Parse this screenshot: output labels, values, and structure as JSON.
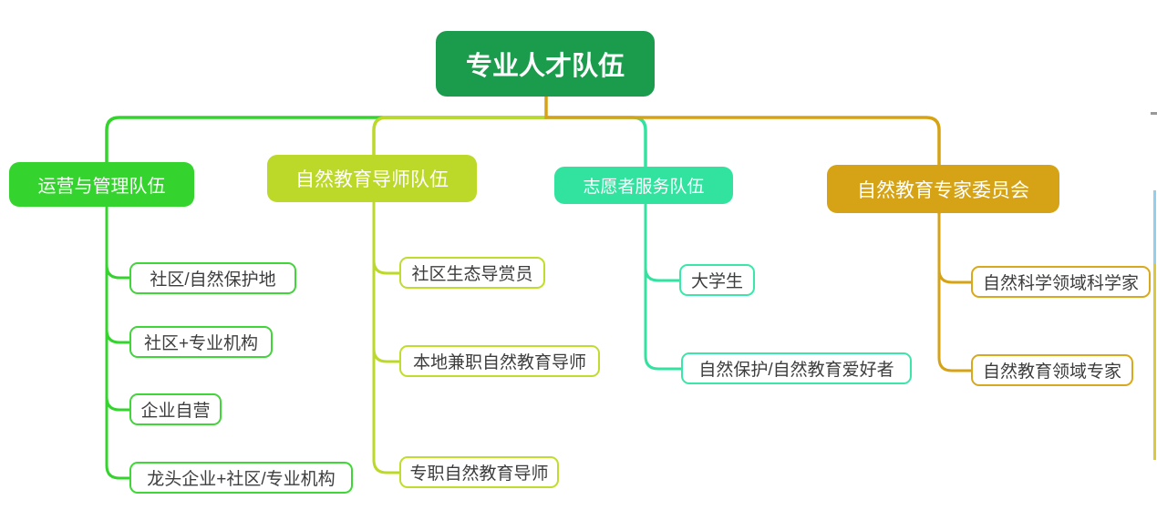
{
  "root": {
    "label": "专业人才队伍",
    "color": "#1b9c4c"
  },
  "branches": [
    {
      "label": "运营与管理队伍",
      "color": "#35d32e",
      "children": [
        "社区/自然保护地",
        "社区+专业机构",
        "企业自营",
        "龙头企业+社区/专业机构"
      ]
    },
    {
      "label": "自然教育导师队伍",
      "color": "#bcd829",
      "children": [
        "社区生态导赏员",
        "本地兼职自然教育导师",
        "专职自然教育导师"
      ]
    },
    {
      "label": "志愿者服务队伍",
      "color": "#32e3a0",
      "children": [
        "大学生",
        "自然保护/自然教育爱好者"
      ]
    },
    {
      "label": "自然教育专家委员会",
      "color": "#d5a315",
      "children": [
        "自然科学领域科学家",
        "自然教育领域专家"
      ]
    }
  ],
  "edge_fragments": {
    "gray_dash_color": "#999999",
    "blue_line_color": "#93cfec",
    "yellow_line_color": "#dcc83b"
  }
}
